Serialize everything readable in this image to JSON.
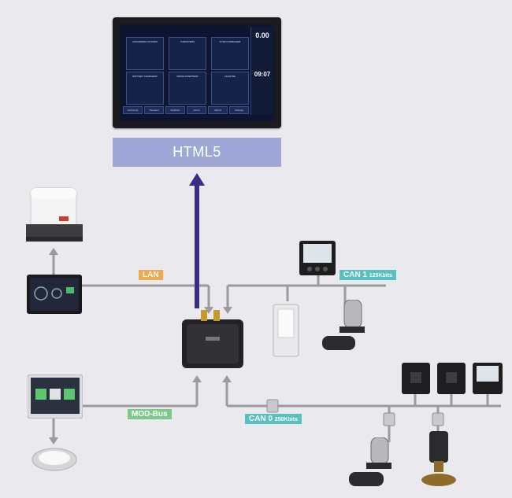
{
  "banner_label": "HTML5",
  "network": {
    "lan": {
      "label": "LAN",
      "color": "#f0a94d"
    },
    "can1": {
      "label": "CAN 1",
      "speed": "125Kbits",
      "color": "#58c0c0"
    },
    "can0": {
      "label": "CAN 0",
      "speed": "250Kbits",
      "color": "#58c0c0"
    },
    "modbus": {
      "label": "MOD-Bus",
      "color": "#7cc98a"
    }
  },
  "screen": {
    "tiles": [
      "ANCHORING SYSTEM",
      "THRUSTERS",
      "GYRO STABILIZER",
      "BATTERY CHARGERS",
      "DRIVE INVERTERS",
      "LIGHTING"
    ],
    "readout_top": "0.00",
    "readout_time": "09:07",
    "footer_tabs": [
      "Anchoring",
      "Thrusters",
      "Stabilizer",
      "Home",
      "Alarms",
      "Settings"
    ]
  },
  "colors": {
    "arrow": "#3a2d8a",
    "line": "#9b9b9b",
    "banner": "#9ea7d5"
  }
}
